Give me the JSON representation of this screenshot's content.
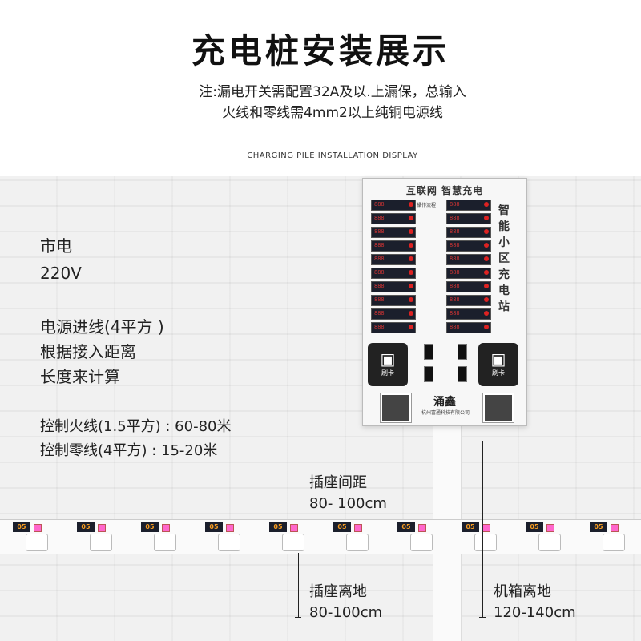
{
  "title": "充电桩安装展示",
  "note_line1": "注:漏电开关需配置32A及以.上漏保，总输入",
  "note_line2": "火线和零线需4mm2以上纯铜电源线",
  "subtitle": "CHARGING PILE INSTALLATION DISPLAY",
  "labels": {
    "mains": "市电",
    "voltage": "220V",
    "power_in_1": "电源进线(4平方 )",
    "power_in_2": "根据接入距离",
    "power_in_3": "长度来计算",
    "ctrl_live": "控制火线(1.5平方) : 60-80米",
    "ctrl_neutral": "控制零线(4平方) : 15-20米",
    "socket_spacing_1": "插座间距",
    "socket_spacing_2": "80- 100cm",
    "socket_height_1": "插座离地",
    "socket_height_2": "80-100cm",
    "box_height_1": "机箱离地",
    "box_height_2": "120-140cm"
  },
  "cabinet": {
    "header": "互联网 智慧充电",
    "side_text": "智能小区充电站",
    "ops_title": "操作流程",
    "reader_label": "刷卡",
    "brand": "涌鑫",
    "brand_sub": "杭州富通科技有限公司",
    "meter_values": [
      "888",
      "888",
      "888",
      "888",
      "888",
      "888",
      "888",
      "888",
      "888",
      "888"
    ]
  },
  "socket_tag": "05"
}
